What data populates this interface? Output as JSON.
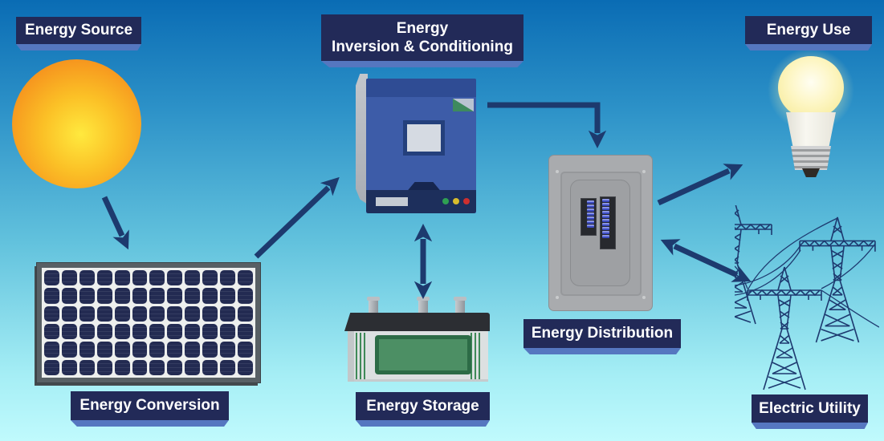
{
  "title": "Solar energy system flow diagram",
  "labels": {
    "source": "Energy Source",
    "inversion_line1": "Energy",
    "inversion_line2": "Inversion & Conditioning",
    "use": "Energy Use",
    "conversion": "Energy Conversion",
    "storage": "Energy Storage",
    "distribution": "Energy Distribution",
    "utility": "Electric Utility"
  },
  "flows": [
    {
      "from": "Energy Source",
      "to": "Energy Conversion",
      "bidirectional": false
    },
    {
      "from": "Energy Conversion",
      "to": "Energy Inversion & Conditioning",
      "bidirectional": false
    },
    {
      "from": "Energy Inversion & Conditioning",
      "to": "Energy Distribution",
      "bidirectional": false
    },
    {
      "from": "Energy Inversion & Conditioning",
      "to": "Energy Storage",
      "bidirectional": true
    },
    {
      "from": "Energy Distribution",
      "to": "Energy Use",
      "bidirectional": false
    },
    {
      "from": "Energy Distribution",
      "to": "Electric Utility",
      "bidirectional": true
    }
  ],
  "icons": [
    "sun-icon",
    "solar-panel-icon",
    "inverter-icon",
    "battery-icon",
    "distribution-panel-icon",
    "light-bulb-icon",
    "transmission-tower-icon",
    "flow-arrow-icon"
  ],
  "colors": {
    "sky_top": "#0a6cb4",
    "sky_bottom": "#c0fafd",
    "label_bg": "#222a58",
    "label_edge": "#5577c0",
    "label_text": "#ffffff",
    "arrow": "#1d3a6e",
    "sun_core": "#ffe93e",
    "sun_edge": "#f4781b",
    "solar_cell": "#232b52",
    "inverter_body": "#3d5ca8",
    "battery_label_green": "#4c8f64",
    "panel_gray": "#a9abae",
    "bulb_glow": "#fff8b0",
    "tower_line": "#1e3a70"
  },
  "solar_panel": {
    "columns": 12,
    "rows": 6,
    "cell_count": 72
  },
  "breaker_panel": {
    "left_breakers": 7,
    "right_breakers": 10
  },
  "inverter": {
    "led_colors": [
      "#2fa052",
      "#d8bc2d",
      "#cd2f2f"
    ]
  }
}
